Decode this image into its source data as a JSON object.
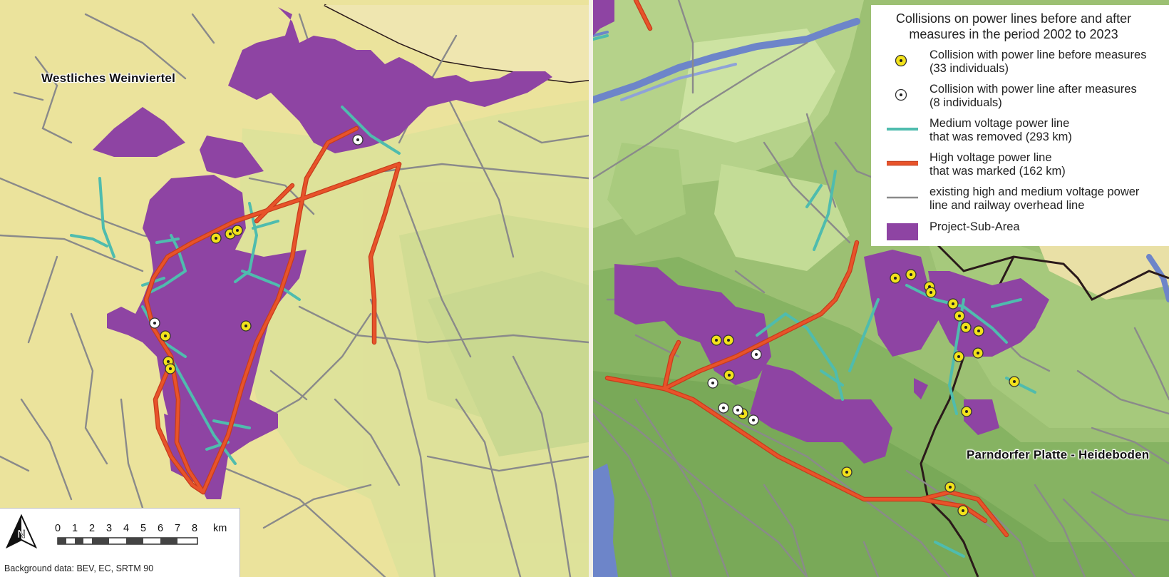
{
  "legend": {
    "title": "Collisions on power lines before and after\nmeasures in the period 2002 to 2023",
    "items": [
      {
        "symbol": "yellow-dot-icon",
        "label": "Collision with power line before measures\n(33 individuals)"
      },
      {
        "symbol": "white-dot-icon",
        "label": "Collision with power line after measures\n(8 individuals)"
      },
      {
        "symbol": "teal-line-icon",
        "label": "Medium voltage power line\nthat was removed (293 km)"
      },
      {
        "symbol": "orange-line-icon",
        "label": "High voltage power line\nthat was marked (162 km)"
      },
      {
        "symbol": "gray-line-icon",
        "label": "existing high and medium voltage power\nline and railway overhead line"
      },
      {
        "symbol": "purple-area-icon",
        "label": "Project-Sub-Area"
      }
    ]
  },
  "regions": {
    "left": "Westliches Weinviertel",
    "right": "Parndorfer Platte - Heideboden"
  },
  "scale_bar": {
    "ticks": [
      "0",
      "1",
      "2",
      "3",
      "4",
      "5",
      "6",
      "7",
      "8"
    ],
    "unit": "km",
    "north_arrow": "north-arrow-icon"
  },
  "credit": "Background data: BEV, EC, SRTM 90",
  "colors": {
    "left_background": "#ebe39c",
    "right_background": "#9cc073",
    "project_area": "#8e44a3",
    "high_voltage_marked": "#e8532a",
    "medium_voltage_removed": "#4fbcae",
    "existing_lines": "#8a8a8a",
    "collision_before": "#f2e21a",
    "collision_after": "#ffffff",
    "water": "#6d85c9",
    "border": "#2a1a1a"
  }
}
